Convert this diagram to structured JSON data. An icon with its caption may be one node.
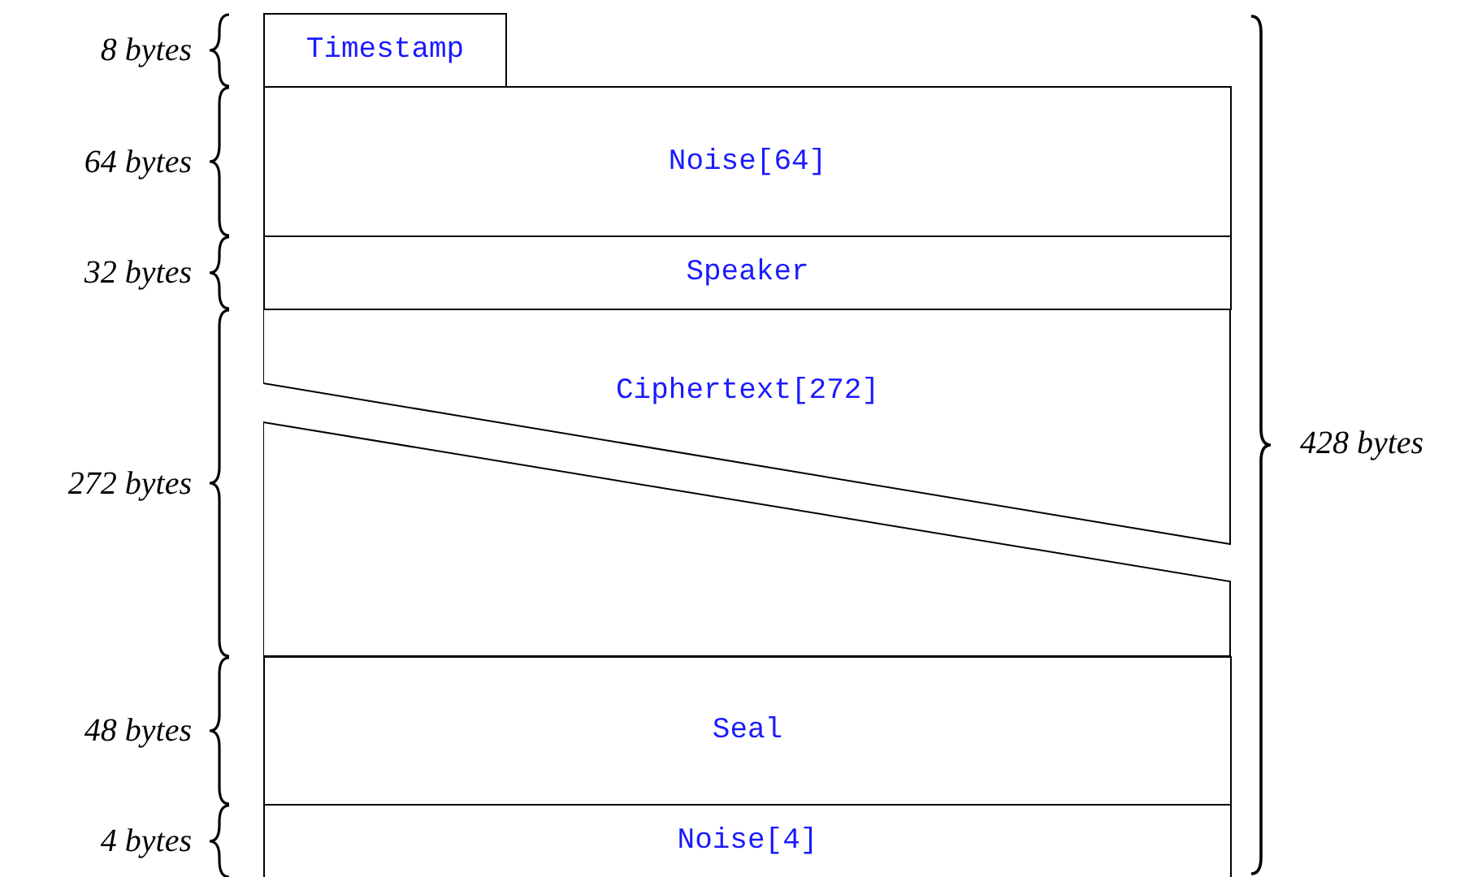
{
  "diagram": {
    "nodes": [
      {
        "text": [
          "Timestamp"
        ],
        "beside": [
          "8 bytes"
        ]
      },
      {
        "text": [
          "Noise[64]"
        ],
        "beside": [
          "64 bytes"
        ]
      },
      {
        "text": [
          "Speaker"
        ],
        "beside": [
          "32 bytes"
        ]
      },
      {
        "text": [
          "Ciphertext[272]"
        ],
        "beside": [
          "272 bytes"
        ]
      },
      {
        "text": [
          "Seal"
        ],
        "beside": [
          "48 bytes"
        ]
      },
      {
        "text": [
          "Noise[4]"
        ],
        "beside": [
          "4 bytes"
        ]
      }
    ],
    "labels": [
      "428 bytes"
    ]
  }
}
